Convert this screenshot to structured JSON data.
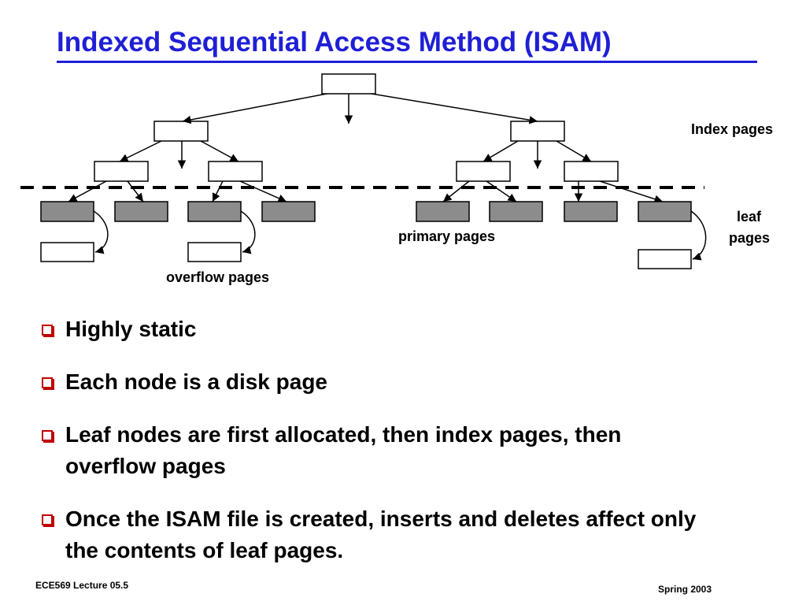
{
  "slide": {
    "title": "Indexed Sequential Access Method (ISAM)",
    "labels": {
      "index_pages": "Index pages",
      "leaf_line1": "leaf",
      "leaf_line2": "pages",
      "primary_pages": "primary pages",
      "overflow_pages": "overflow pages"
    },
    "bullets": [
      "Highly static",
      "Each node is a disk page",
      "Leaf nodes are first allocated, then index pages, then overflow pages",
      "Once the ISAM file is created, inserts and deletes affect only the contents of leaf pages."
    ],
    "footer_left": "ECE569  Lecture 05.5",
    "footer_right": "Spring 2003"
  },
  "colors": {
    "title": "#1f1fd6",
    "leaf_fill": "#8c8c8c",
    "bullet_marker": "#c00000"
  }
}
